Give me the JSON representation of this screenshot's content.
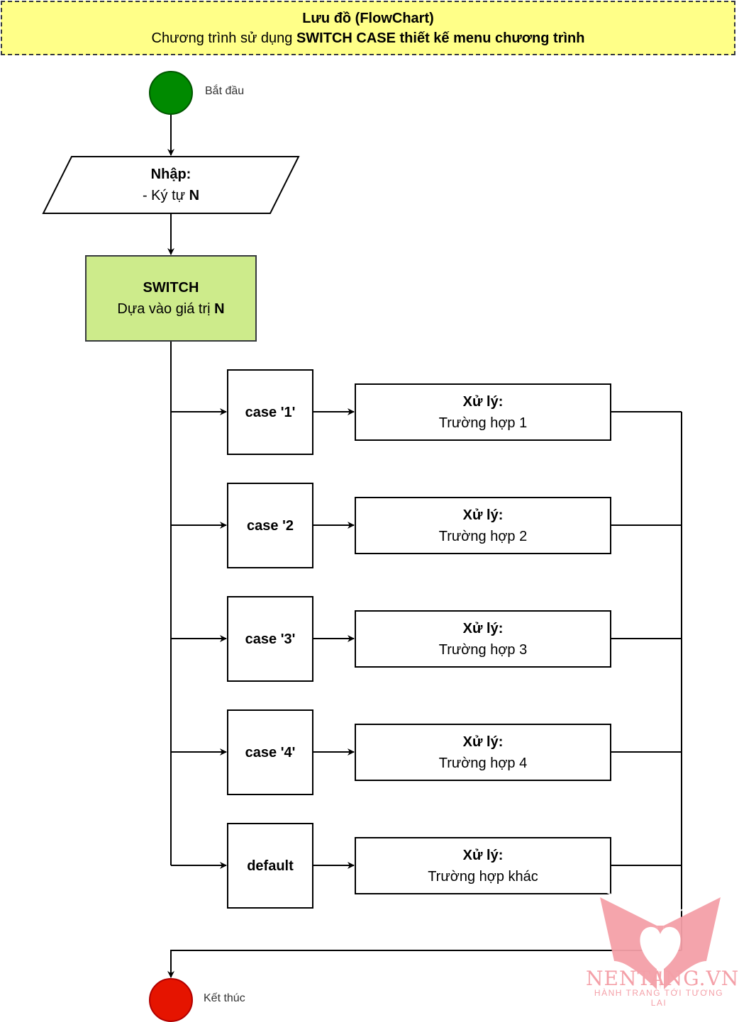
{
  "header": {
    "title": "Lưu đồ (FlowChart)",
    "subtitle_prefix": "Chương trình sử dụng ",
    "subtitle_bold": "SWITCH CASE thiết kế menu chương trình"
  },
  "start": {
    "label": "Bắt đầu",
    "color": "#008a00"
  },
  "input": {
    "title": "Nhập:",
    "line_prefix": "- Ký tự ",
    "line_bold": "N"
  },
  "switch": {
    "title": "SWITCH",
    "line_prefix": "Dựa vào giá trị ",
    "line_bold": "N",
    "color": "#cdeb8b"
  },
  "cases": [
    {
      "label": "case '1'",
      "process_title": "Xử lý:",
      "process_text": "Trường hợp 1"
    },
    {
      "label": "case '2",
      "process_title": "Xử lý:",
      "process_text": "Trường hợp 2"
    },
    {
      "label": "case '3'",
      "process_title": "Xử lý:",
      "process_text": "Trường hợp 3"
    },
    {
      "label": "case '4'",
      "process_title": "Xử lý:",
      "process_text": "Trường hợp 4"
    },
    {
      "label": "default",
      "process_title": "Xử lý:",
      "process_text": "Trường hợp khác"
    }
  ],
  "end": {
    "label": "Kết thúc",
    "color": "#e51400"
  },
  "watermark": {
    "name": "NENTANG.VN",
    "tagline": "HÀNH TRANG TỚI TƯƠNG LAI",
    "color": "#f4a0a8"
  }
}
